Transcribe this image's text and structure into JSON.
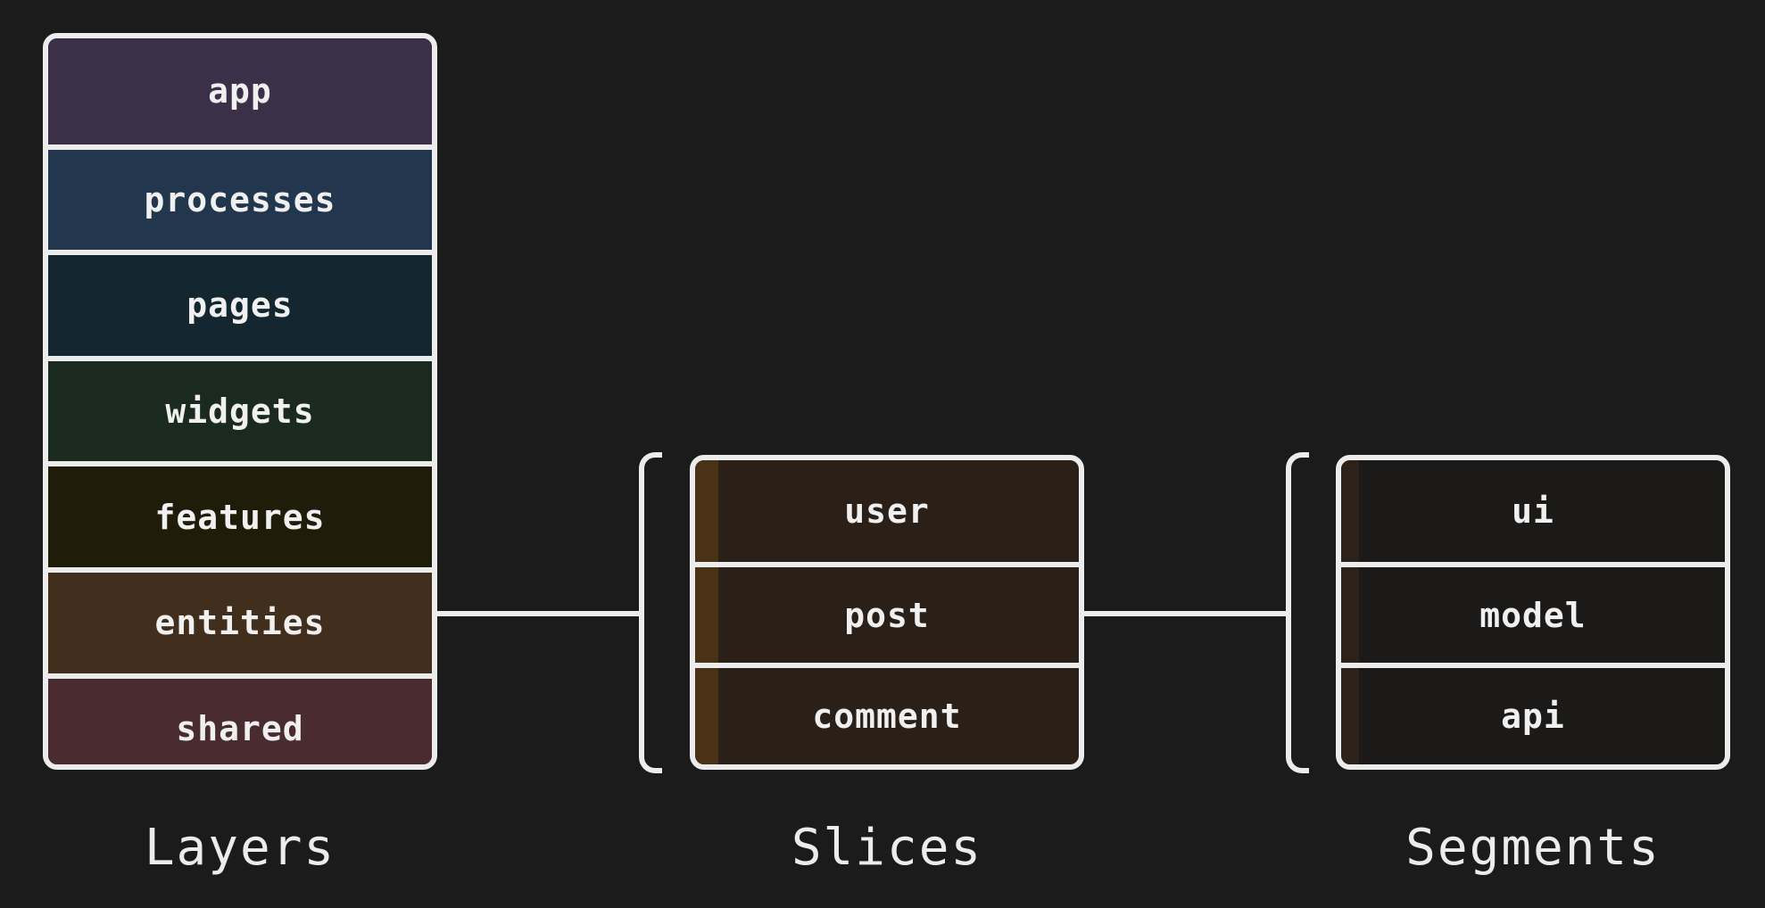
{
  "layers": {
    "title": "Layers",
    "items": [
      {
        "label": "app",
        "color": "#3c3048"
      },
      {
        "label": "processes",
        "color": "#22364e"
      },
      {
        "label": "pages",
        "color": "#142630"
      },
      {
        "label": "widgets",
        "color": "#1a2a1e"
      },
      {
        "label": "features",
        "color": "#201c0a"
      },
      {
        "label": "entities",
        "color": "#422e1c"
      },
      {
        "label": "shared",
        "color": "#4a2c30"
      }
    ]
  },
  "slices": {
    "title": "Slices",
    "items": [
      {
        "label": "user"
      },
      {
        "label": "post"
      },
      {
        "label": "comment"
      }
    ]
  },
  "segments": {
    "title": "Segments",
    "items": [
      {
        "label": "ui"
      },
      {
        "label": "model"
      },
      {
        "label": "api"
      }
    ]
  },
  "colors": {
    "background": "#1b1b1b",
    "stroke": "#ececec",
    "slices_fill": "#2a2018",
    "segments_fill": "#1c1a18"
  }
}
